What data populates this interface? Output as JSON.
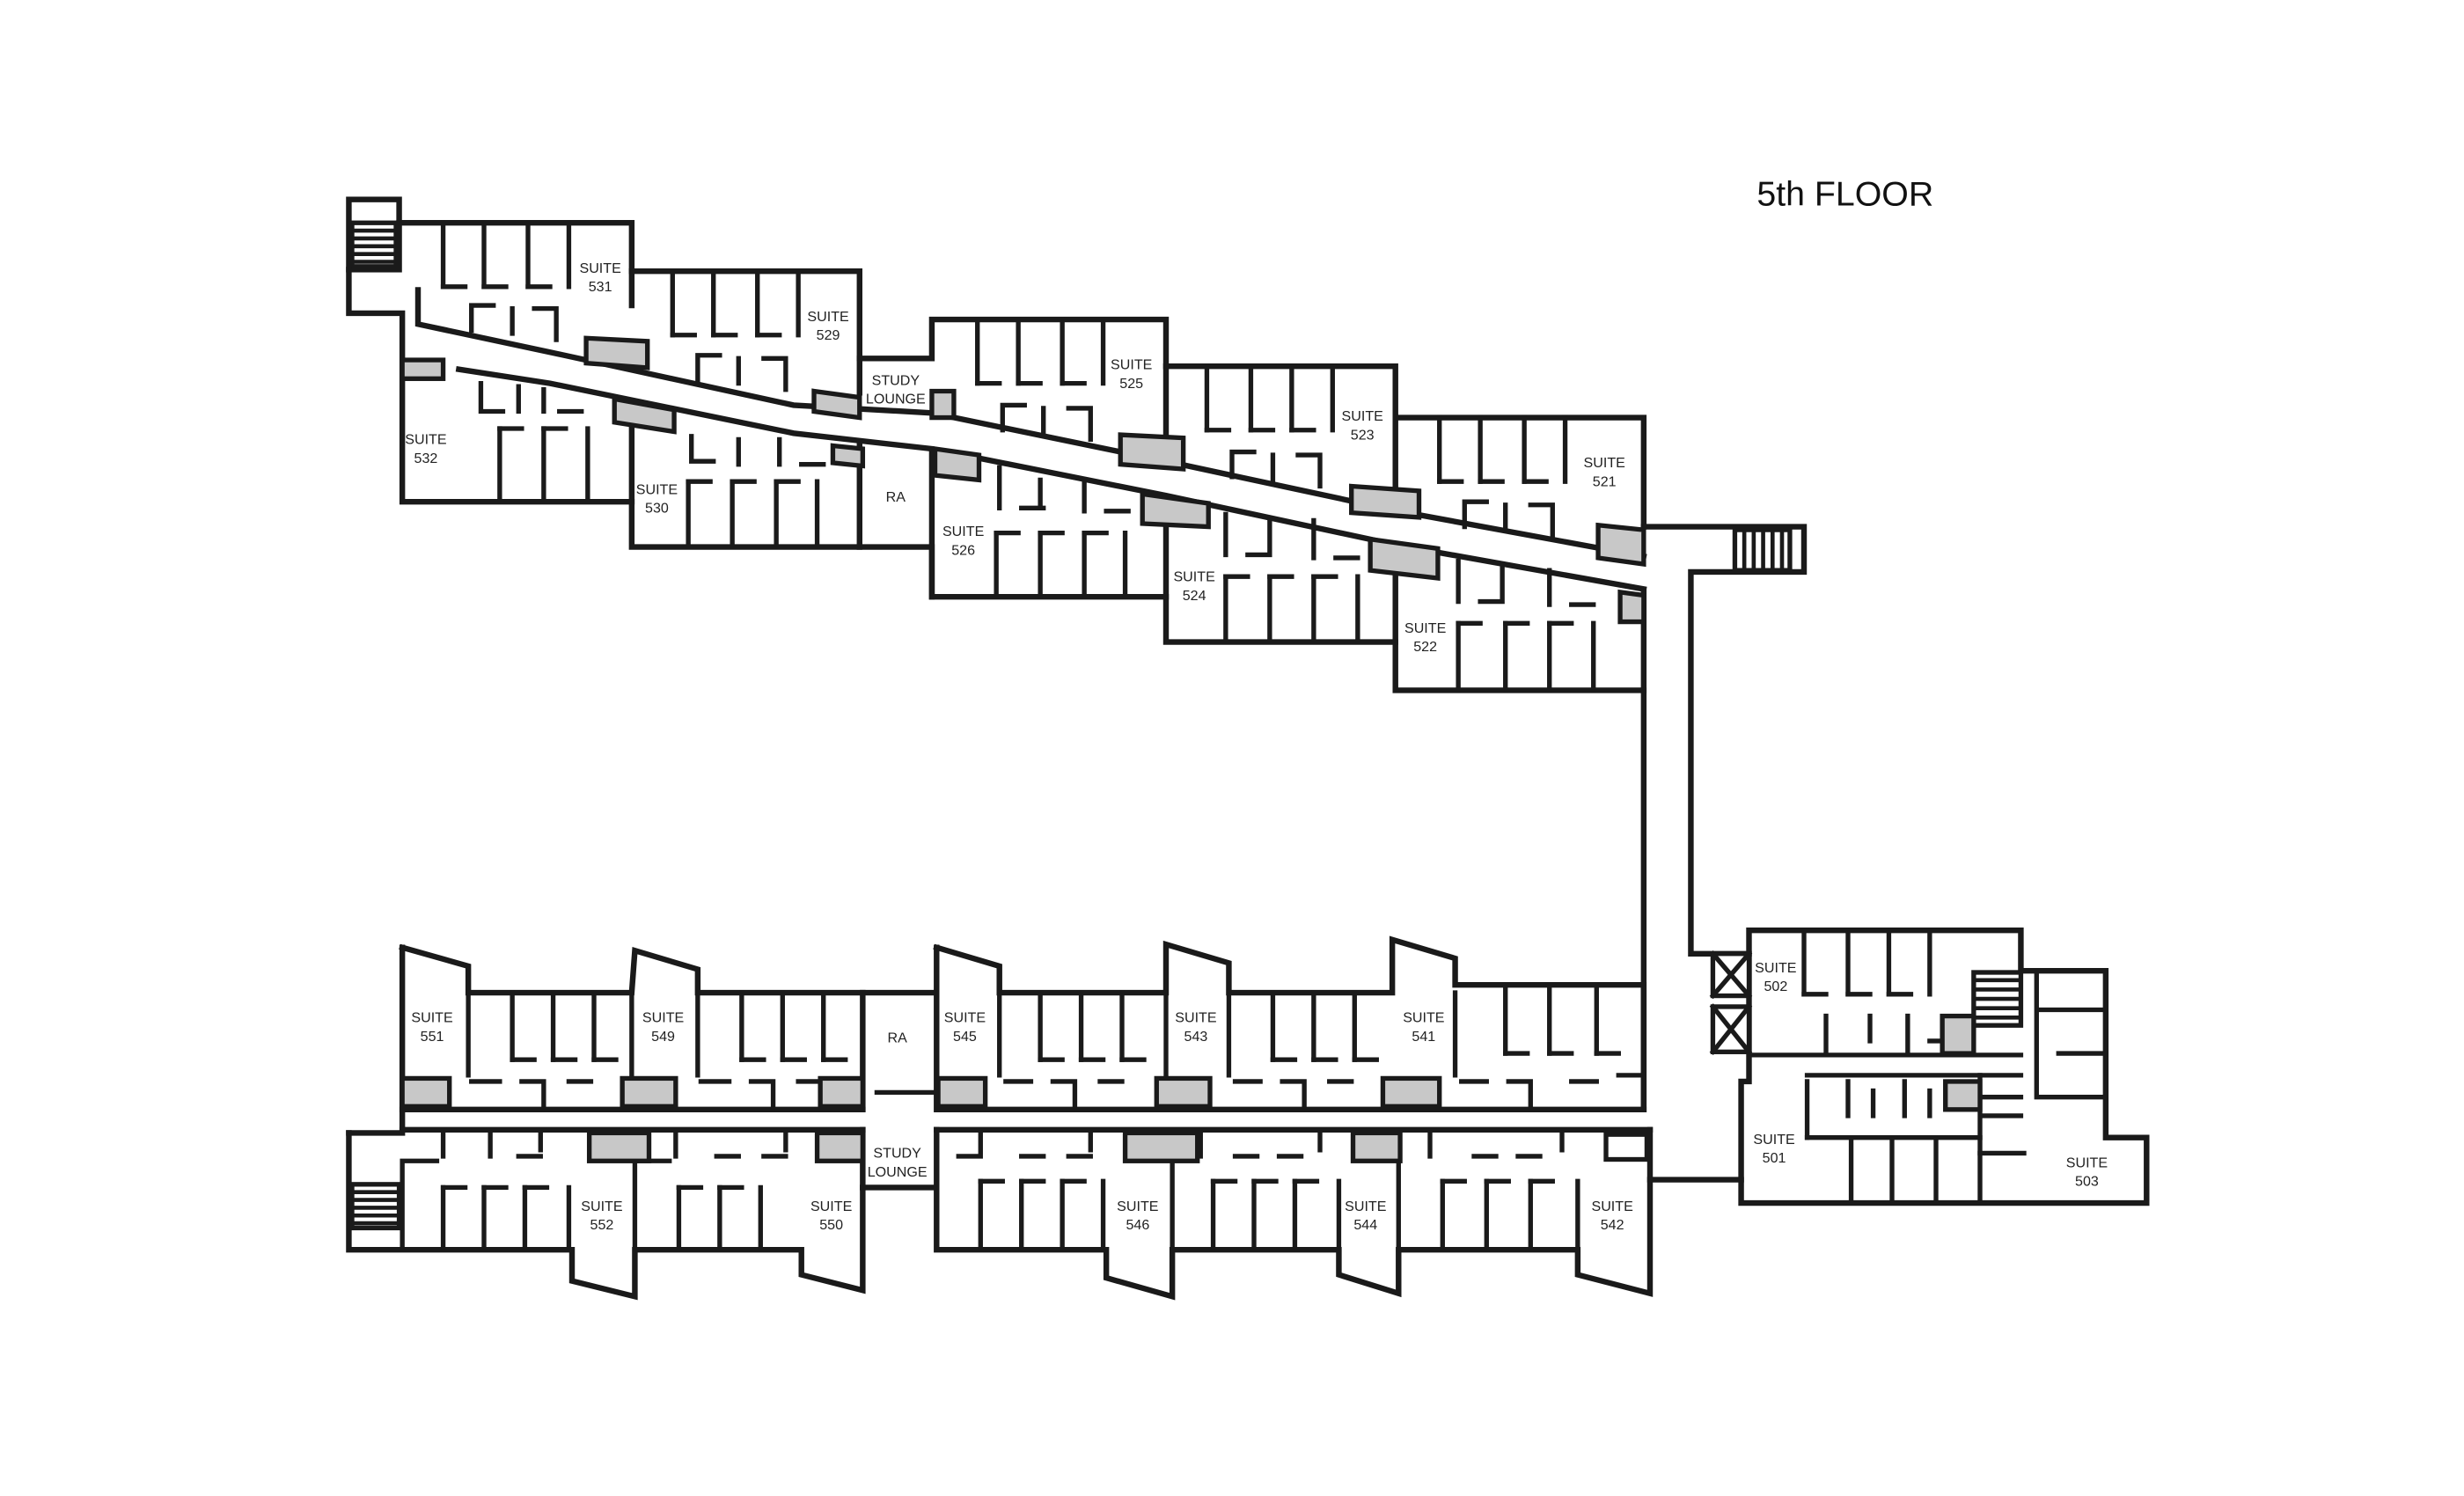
{
  "floor_title": "5th FLOOR",
  "rooms": [
    {
      "id": "531",
      "lines": [
        "SUITE",
        "531"
      ]
    },
    {
      "id": "529",
      "lines": [
        "SUITE",
        "529"
      ]
    },
    {
      "id": "525",
      "lines": [
        "SUITE",
        "525"
      ]
    },
    {
      "id": "523",
      "lines": [
        "SUITE",
        "523"
      ]
    },
    {
      "id": "521",
      "lines": [
        "SUITE",
        "521"
      ]
    },
    {
      "id": "532",
      "lines": [
        "SUITE",
        "532"
      ]
    },
    {
      "id": "530",
      "lines": [
        "SUITE",
        "530"
      ]
    },
    {
      "id": "526",
      "lines": [
        "SUITE",
        "526"
      ]
    },
    {
      "id": "524",
      "lines": [
        "SUITE",
        "524"
      ]
    },
    {
      "id": "522",
      "lines": [
        "SUITE",
        "522"
      ]
    },
    {
      "id": "study-north",
      "lines": [
        "STUDY",
        "LOUNGE"
      ]
    },
    {
      "id": "ra-north",
      "lines": [
        "RA"
      ]
    },
    {
      "id": "551",
      "lines": [
        "SUITE",
        "551"
      ]
    },
    {
      "id": "549",
      "lines": [
        "SUITE",
        "549"
      ]
    },
    {
      "id": "545",
      "lines": [
        "SUITE",
        "545"
      ]
    },
    {
      "id": "543",
      "lines": [
        "SUITE",
        "543"
      ]
    },
    {
      "id": "541",
      "lines": [
        "SUITE",
        "541"
      ]
    },
    {
      "id": "ra-south",
      "lines": [
        "RA"
      ]
    },
    {
      "id": "552",
      "lines": [
        "SUITE",
        "552"
      ]
    },
    {
      "id": "550",
      "lines": [
        "SUITE",
        "550"
      ]
    },
    {
      "id": "study-south",
      "lines": [
        "STUDY",
        "LOUNGE"
      ]
    },
    {
      "id": "546",
      "lines": [
        "SUITE",
        "546"
      ]
    },
    {
      "id": "544",
      "lines": [
        "SUITE",
        "544"
      ]
    },
    {
      "id": "542",
      "lines": [
        "SUITE",
        "542"
      ]
    },
    {
      "id": "502",
      "lines": [
        "SUITE",
        "502"
      ]
    },
    {
      "id": "501",
      "lines": [
        "SUITE",
        "501"
      ]
    },
    {
      "id": "503",
      "lines": [
        "SUITE",
        "503"
      ]
    }
  ]
}
